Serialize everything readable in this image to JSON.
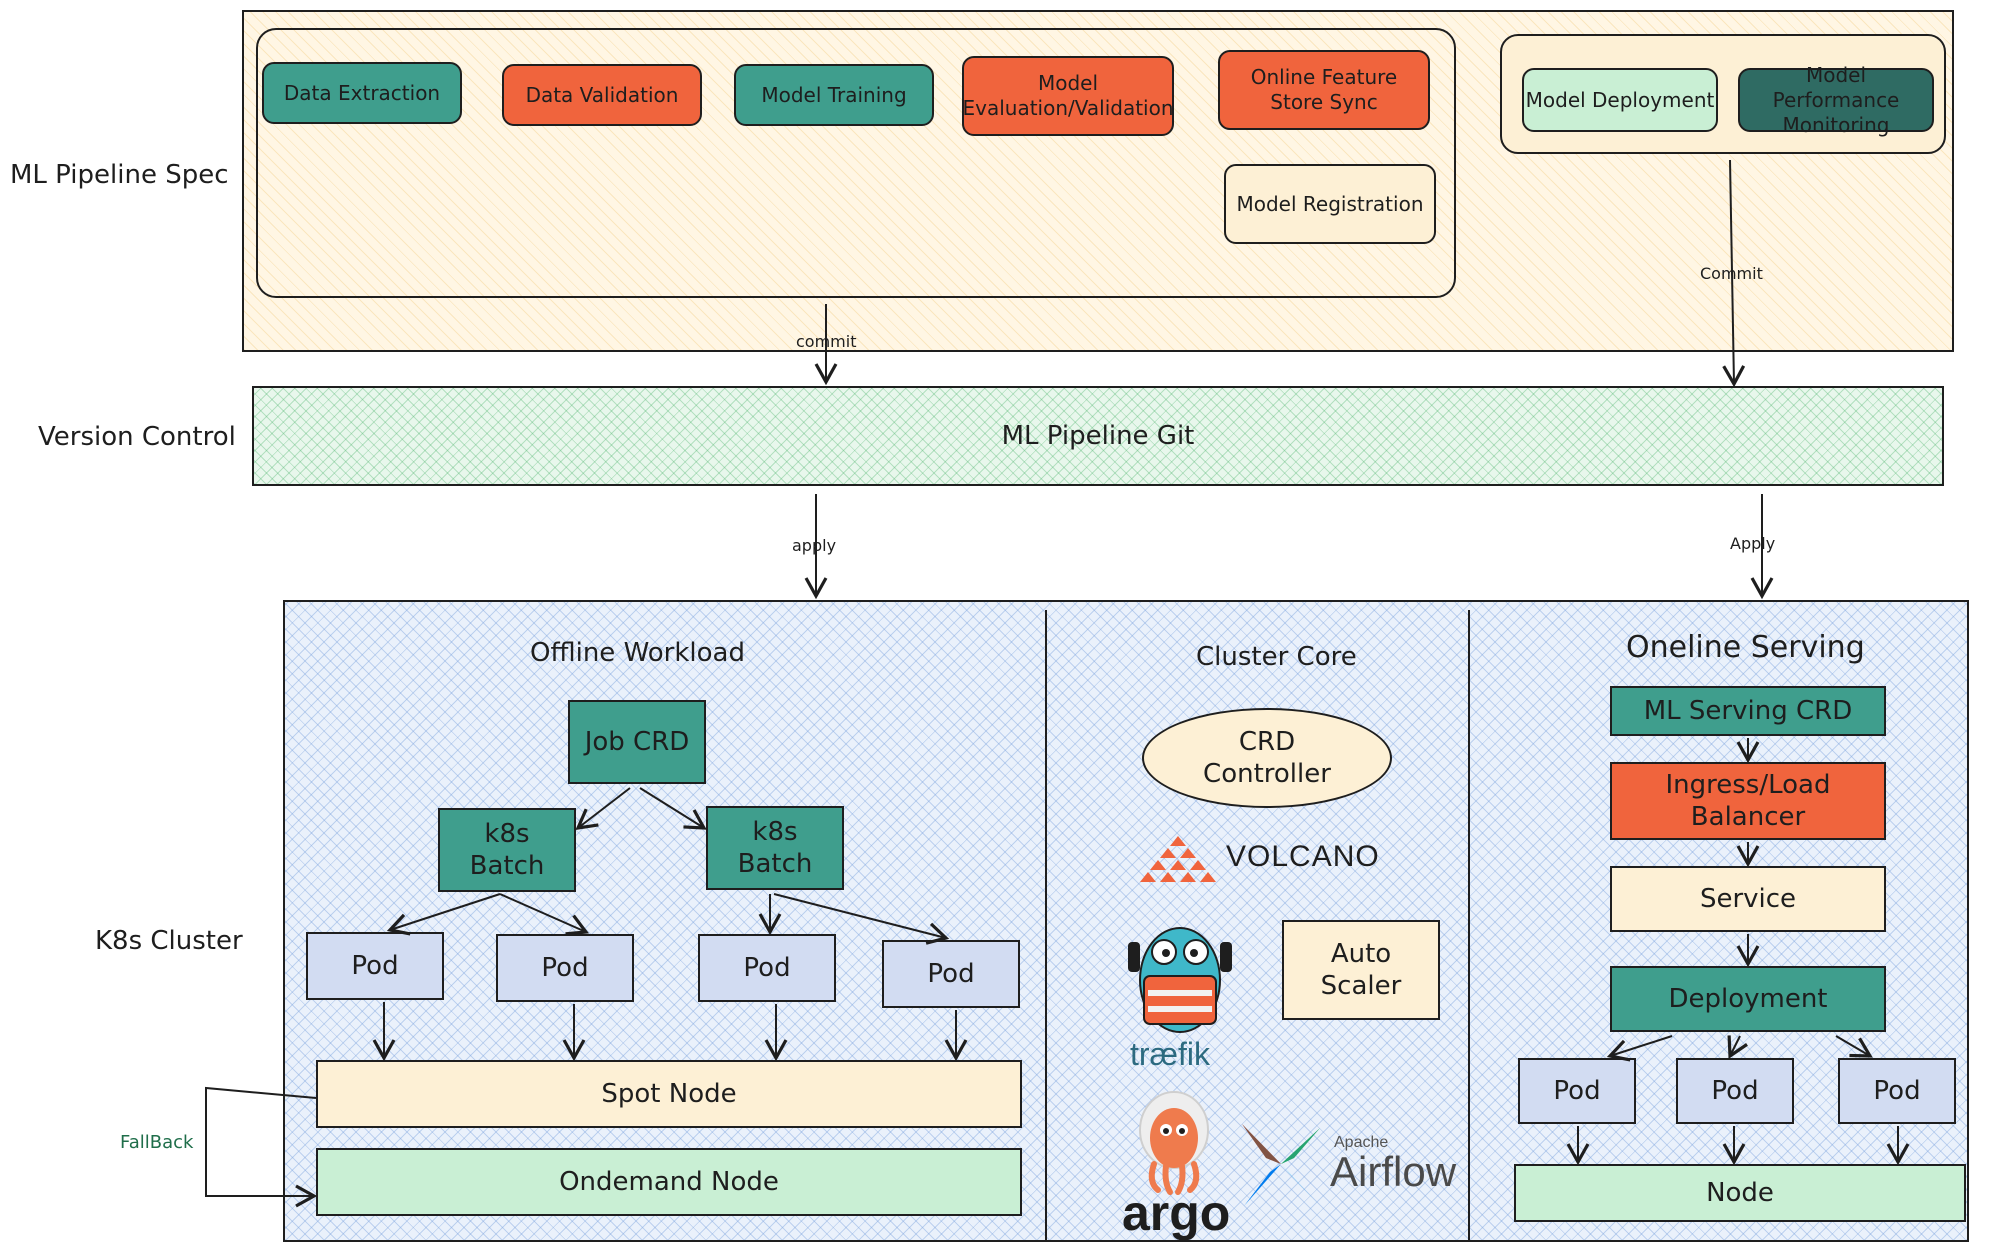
{
  "row_labels": {
    "pipeline_spec": "ML Pipeline Spec",
    "version_control": "Version Control",
    "k8s_cluster": "K8s Cluster"
  },
  "pipeline": {
    "stages": [
      "Data Extraction",
      "Data Validation",
      "Model Training",
      "Model Evaluation/Validation",
      "Online Feature Store Sync",
      "Model Registration"
    ],
    "deploy_stages": [
      "Model Deployment",
      "Model Performance Monitoring"
    ]
  },
  "git": {
    "label": "ML Pipeline Git"
  },
  "edges": {
    "commit_left": "commit",
    "commit_right": "Commit",
    "apply_left": "apply",
    "apply_right": "Apply",
    "fallback": "FallBack"
  },
  "offline": {
    "title": "Offline Workload",
    "job_crd": "Job CRD",
    "batch": "k8s Batch",
    "pod": "Pod",
    "spot_node": "Spot Node",
    "ondemand_node": "Ondemand Node"
  },
  "core": {
    "title": "Cluster Core",
    "crd_controller": "CRD Controller",
    "volcano": "VOLCANO",
    "traefik": "træfik",
    "auto_scaler": "Auto Scaler",
    "argo": "argo",
    "airflow_small": "Apache",
    "airflow": "Airflow"
  },
  "serving": {
    "title": "Oneline Serving",
    "ml_serving_crd": "ML Serving CRD",
    "ingress": "Ingress/Load Balancer",
    "service": "Service",
    "deployment": "Deployment",
    "pod": "Pod",
    "node": "Node"
  },
  "colors": {
    "teal": "#3f9e8d",
    "orange": "#f0643d",
    "cream": "#fdf0d5",
    "dark_teal": "#2f6b63",
    "mint": "#c9efd4",
    "pod_blue": "#d2dcf2"
  }
}
